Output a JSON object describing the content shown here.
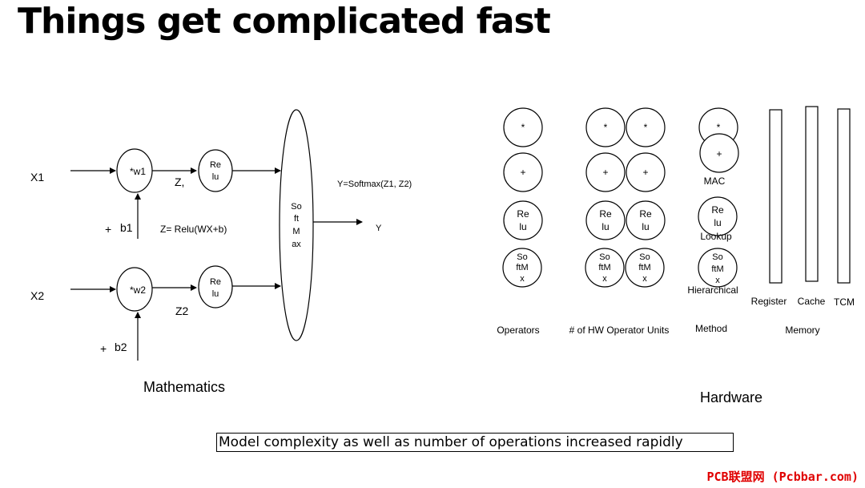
{
  "title": "Things get complicated fast",
  "summary": "Model complexity as well as number of operations increased rapidly",
  "watermark": "PCB联盟网 (Pcbbar.com)",
  "colors": {
    "text": "#000000",
    "watermark": "#e00000",
    "background": "#ffffff"
  },
  "math": {
    "x1": "X1",
    "x2": "X2",
    "mul1": "*w1",
    "mul2": "*w2",
    "relu1": [
      "Re",
      "lu"
    ],
    "relu2": [
      "Re",
      "lu"
    ],
    "b1_plus": "+",
    "b1": "b1",
    "b2_plus": "+",
    "b2": "b2",
    "z1": "Z,",
    "z2": "Z2",
    "z_formula": "Z= Relu(WX+b)",
    "softmax": [
      "So",
      "ft",
      "M",
      "ax"
    ],
    "y_formula": "Y=Softmax(Z1, Z2)",
    "y": "Y",
    "caption": "Mathematics"
  },
  "hardware": {
    "operators": {
      "mul": "*",
      "add": "+",
      "relu": [
        "Re",
        "lu"
      ],
      "softmax": [
        "So",
        "ftM",
        "x"
      ],
      "caption": "Operators"
    },
    "hw_units": {
      "mul": "*",
      "add": "+",
      "relu": [
        "Re",
        "lu"
      ],
      "softmax": [
        "So",
        "ftM",
        "x"
      ],
      "caption": "# of HW Operator Units"
    },
    "method": {
      "mul": "*",
      "add": "+",
      "mac": "MAC",
      "relu": [
        "Re",
        "lu"
      ],
      "lookup": "Lookup",
      "softmax": [
        "So",
        "ftM",
        "x"
      ],
      "hierarchical": "Hierarchical",
      "caption": "Method"
    },
    "memory": {
      "register": "Register",
      "cache": "Cache",
      "tcm": "TCM",
      "caption": "Memory"
    },
    "caption": "Hardware"
  }
}
